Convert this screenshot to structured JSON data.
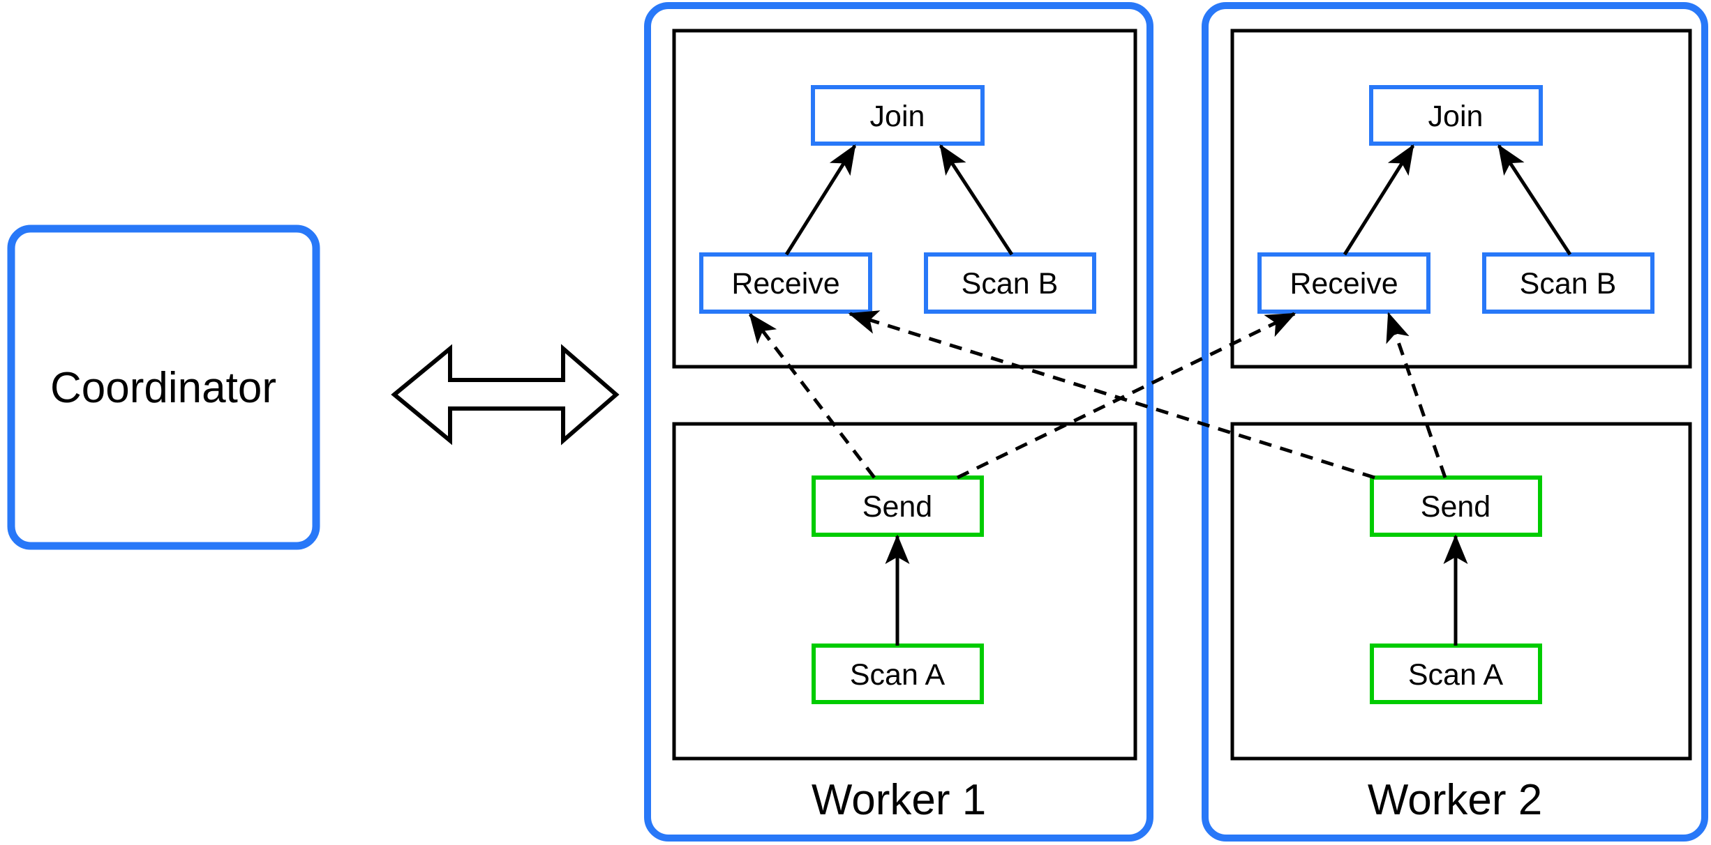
{
  "diagram": {
    "coordinator": {
      "label": "Coordinator"
    },
    "link_icon": "bidirectional-arrow",
    "workers": [
      {
        "label": "Worker 1",
        "upper_plan": {
          "join": "Join",
          "receive": "Receive",
          "scan_b": "Scan B"
        },
        "lower_plan": {
          "send": "Send",
          "scan_a": "Scan A"
        }
      },
      {
        "label": "Worker 2",
        "upper_plan": {
          "join": "Join",
          "receive": "Receive",
          "scan_b": "Scan B"
        },
        "lower_plan": {
          "send": "Send",
          "scan_a": "Scan A"
        }
      }
    ],
    "edges": {
      "solid": [
        {
          "from": "Receive",
          "to": "Join",
          "worker": "Worker 1"
        },
        {
          "from": "Scan B",
          "to": "Join",
          "worker": "Worker 1"
        },
        {
          "from": "Scan A",
          "to": "Send",
          "worker": "Worker 1"
        },
        {
          "from": "Receive",
          "to": "Join",
          "worker": "Worker 2"
        },
        {
          "from": "Scan B",
          "to": "Join",
          "worker": "Worker 2"
        },
        {
          "from": "Scan A",
          "to": "Send",
          "worker": "Worker 2"
        }
      ],
      "dashed": [
        {
          "from": "Send (Worker 1)",
          "to": "Receive (Worker 1)"
        },
        {
          "from": "Send (Worker 1)",
          "to": "Receive (Worker 2)"
        },
        {
          "from": "Send (Worker 2)",
          "to": "Receive (Worker 1)"
        },
        {
          "from": "Send (Worker 2)",
          "to": "Receive (Worker 2)"
        }
      ]
    },
    "colors": {
      "accent_blue": "#2878F8",
      "accent_green": "#00CC00",
      "line_black": "#000000",
      "background": "#FFFFFF"
    }
  }
}
